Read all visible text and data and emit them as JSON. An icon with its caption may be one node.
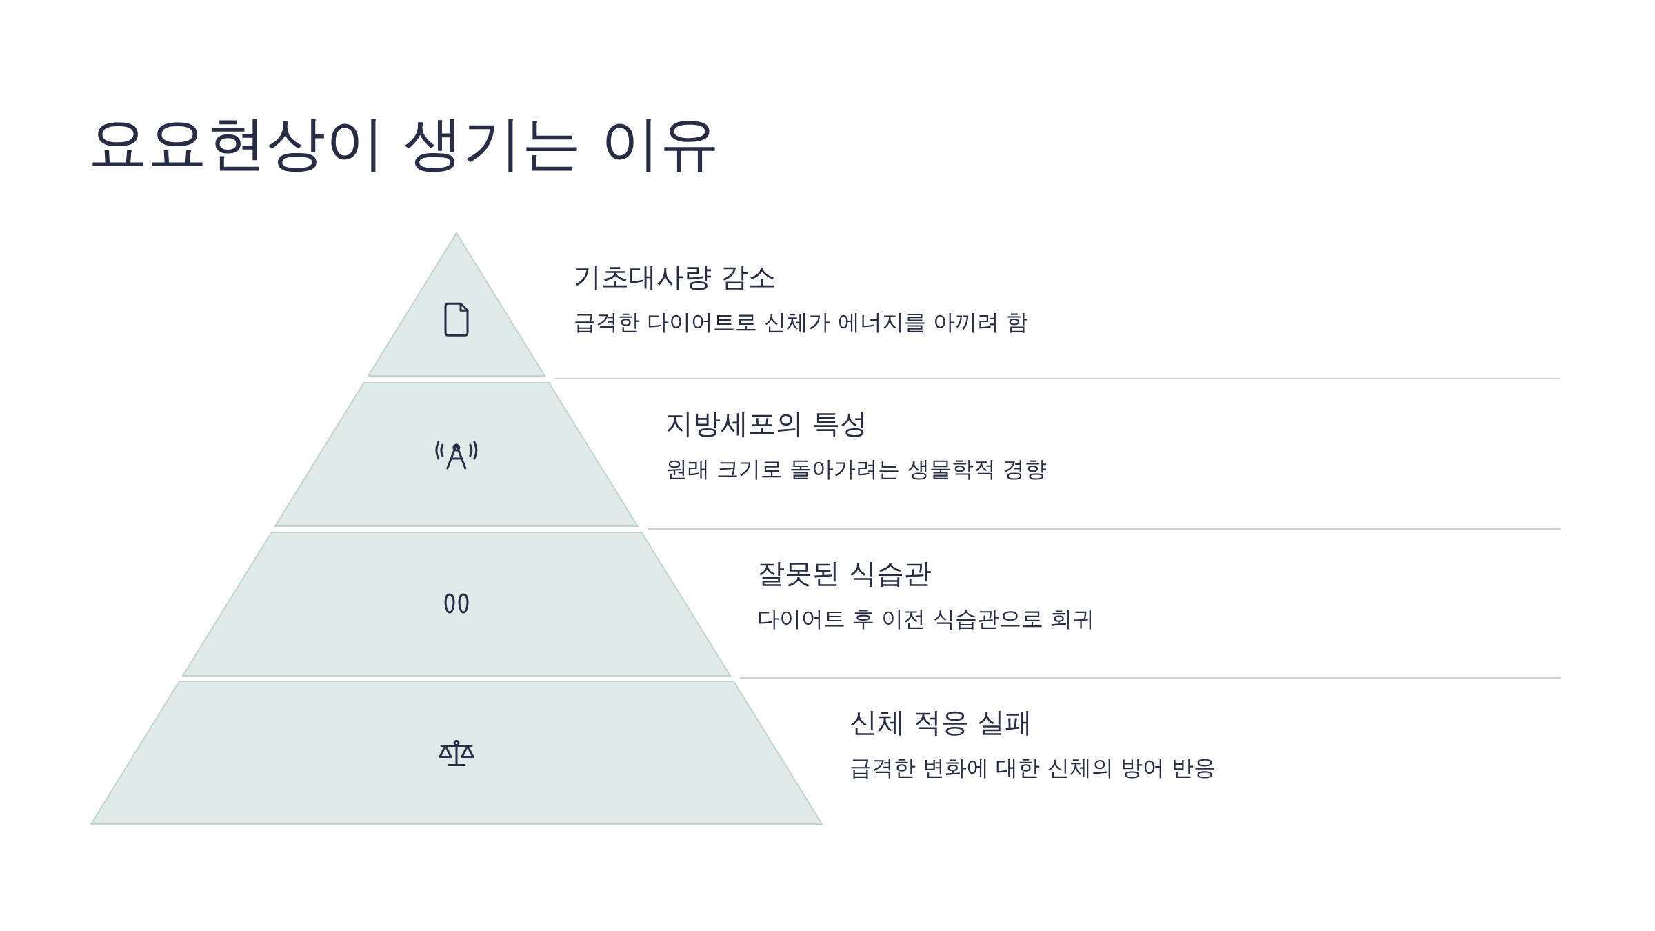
{
  "diagram": {
    "title": "요요현상이 생기는 이유",
    "nodes": [
      {
        "text": [],
        "shape": "triangle",
        "beside": [
          "기초대사량 감소",
          "급격한 다이어트로 신체가 에너지를 아끼려 함"
        ]
      },
      {
        "text": [],
        "shape": "trapezoid",
        "beside": [
          "지방세포의 특성",
          "원래 크기로 돌아가려는 생물학적 경향"
        ]
      },
      {
        "text": [],
        "shape": "trapezoid",
        "beside": [
          "잘못된 식습관",
          "다이어트 후 이전 식습관으로 회귀"
        ]
      },
      {
        "text": [],
        "shape": "trapezoid",
        "beside": [
          "신체 적응 실패",
          "급격한 변화에 대한 신체의 방어 반응"
        ]
      }
    ],
    "edges": []
  }
}
